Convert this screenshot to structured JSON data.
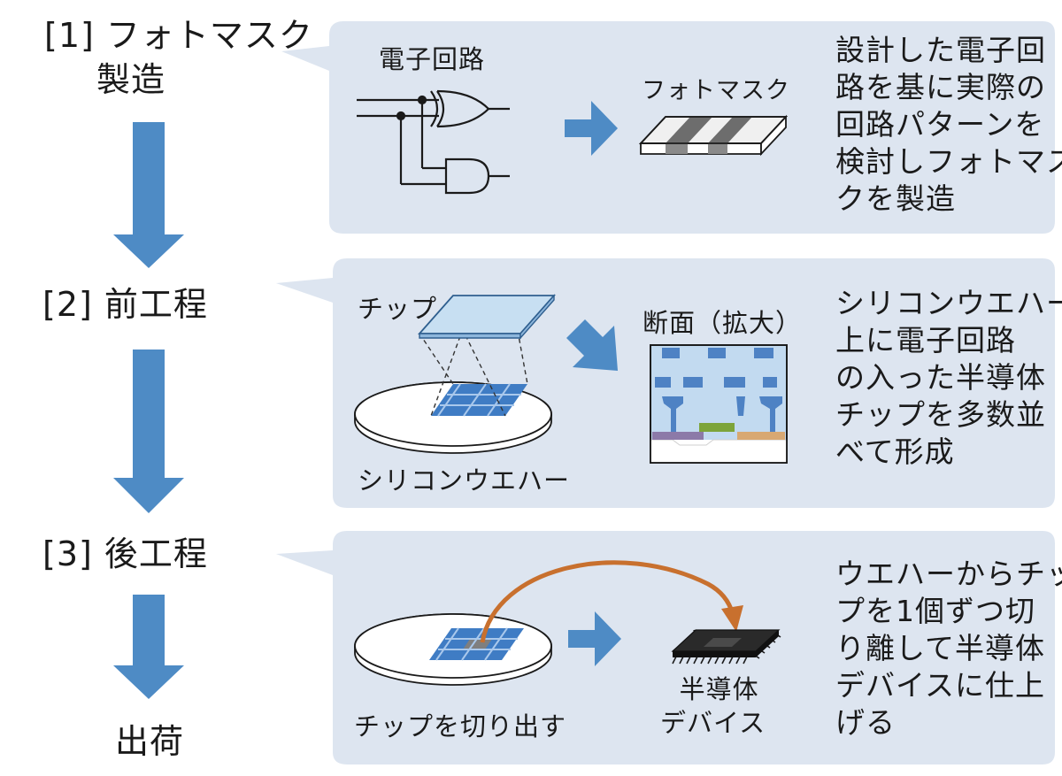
{
  "steps": [
    {
      "number": "[1]",
      "name_line1": "フォトマスク",
      "name_line2": "製造"
    },
    {
      "number": "[2]",
      "name": "前工程"
    },
    {
      "number": "[3]",
      "name": "後工程"
    },
    {
      "name": "出荷"
    }
  ],
  "panel1": {
    "circuit_label": "電子回路",
    "mask_label": "フォトマスク",
    "description": [
      "設計した電子回",
      "路を基に実際の",
      "回路パターンを",
      "検討しフォトマス",
      "クを製造"
    ]
  },
  "panel2": {
    "chip_label": "チップ",
    "wafer_label": "シリコンウエハー",
    "cross_section_label": "断面（拡大）",
    "description": [
      "シリコンウエハー",
      "上に電子回路",
      "の入った半導体",
      "チップを多数並",
      "べて形成"
    ]
  },
  "panel3": {
    "cut_label": "チップを切り出す",
    "device_label_line1": "半導体",
    "device_label_line2": "デバイス",
    "description": [
      "ウエハーからチッ",
      "プを1個ずつ切",
      "り離して半導体",
      "デバイスに仕上",
      "げる"
    ]
  },
  "colors": {
    "panel_bg": "#dde5f0",
    "flow_arrow": "#4e8bc5",
    "chip_blue": "#3f7cc4",
    "chip_grid": "#a9c8ec",
    "orange_arrow": "#c8702e",
    "green": "#7da43a",
    "purple": "#8c7aa8",
    "tan": "#d8a872"
  }
}
